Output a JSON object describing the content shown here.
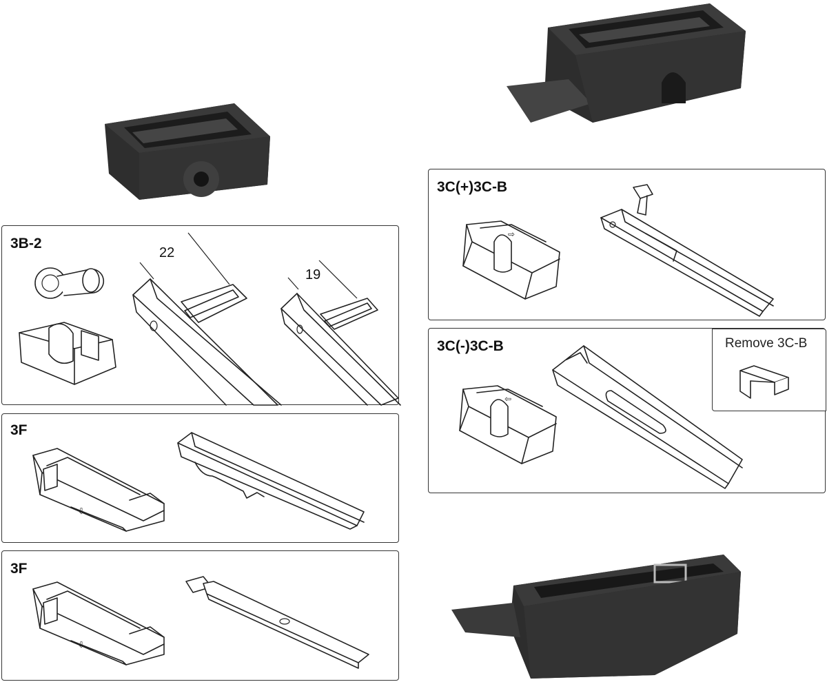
{
  "panels": {
    "p3b2": {
      "label": "3B-2",
      "dim_a": "22",
      "dim_b": "19"
    },
    "p3f_a": {
      "label": "3F"
    },
    "p3f_b": {
      "label": "3F"
    },
    "p3c_plus": {
      "label": "3C(+)3C-B"
    },
    "p3c_minus": {
      "label": "3C(-)3C-B",
      "remove_label": "Remove 3C-B"
    }
  },
  "colors": {
    "plastic_dark": "#2b2b2b",
    "plastic_mid": "#3d3d3d",
    "outline": "#222222"
  }
}
